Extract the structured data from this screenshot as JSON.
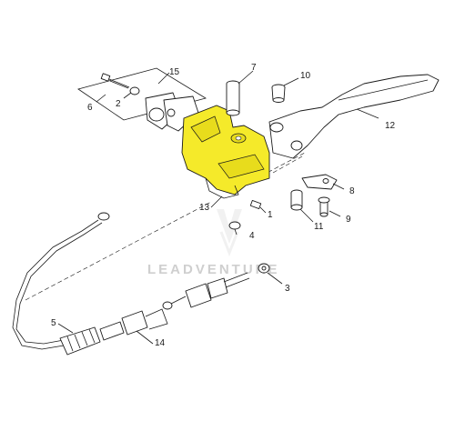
{
  "diagram": {
    "callouts": [
      "1",
      "2",
      "3",
      "4",
      "5",
      "6",
      "7",
      "8",
      "9",
      "10",
      "11",
      "12",
      "13",
      "14",
      "15"
    ],
    "highlight_color": "#f5ea2a",
    "watermark": "LEADVENTURE"
  }
}
